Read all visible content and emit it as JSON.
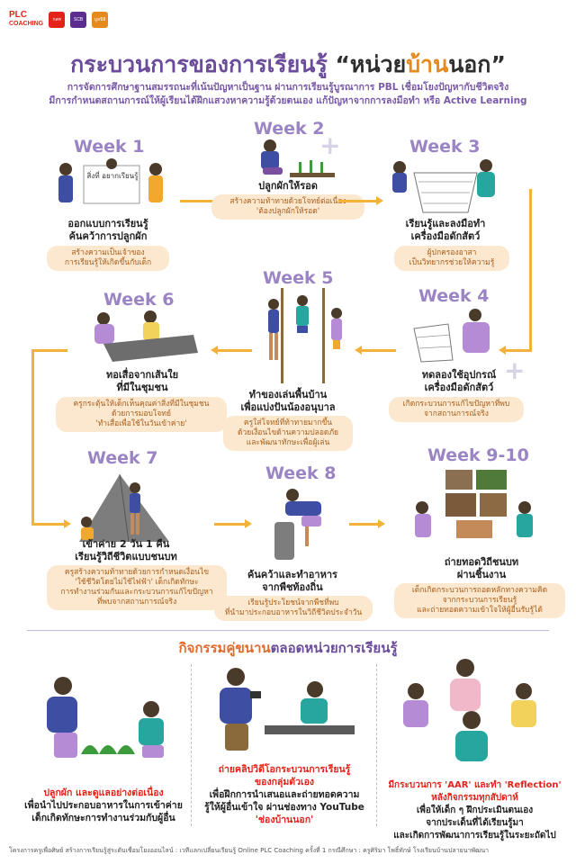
{
  "logos": {
    "plc_line1": "PLC",
    "plc_line2": "COACHING",
    "badge1": "กสศ",
    "badge2": "SCB",
    "badge3": "มูลนิธิ"
  },
  "header": {
    "title_main": "กระบวนการของการเรียนรู้",
    "title_unit_part1": "หน่วย",
    "title_unit_part2": "บ้าน",
    "title_unit_part3": "นอก",
    "subtitle_line1": "การจัดการศึกษาฐานสมรรถนะที่เน้นปัญหาเป็นฐาน ผ่านการเรียนรู้บูรณาการ PBL เชื่อมโยงปัญหากับชีวิตจริง",
    "subtitle_line2": "มีการกำหนดสถานการณ์ให้ผู้เรียนได้ฝึกแสวงหาความรู้ด้วยตนเอง แก้ปัญหาจากการลงมือทำ หรือ Active Learning"
  },
  "weeks": [
    {
      "label": "Week 1",
      "sign": "สิ่งที่ อยากเรียนรู้",
      "activity_line1": "ออกแบบการเรียนรู้",
      "activity_line2": "ค้นคว้าการปลูกผัก",
      "note_line1": "สร้างความเป็นเจ้าของ",
      "note_line2": "การเรียนรู้ให้เกิดขึ้นกับเด็ก"
    },
    {
      "label": "Week 2",
      "activity_line1": "ปลูกผักให้รอด",
      "activity_line2": "",
      "note_line1": "สร้างความท้าทายด้วยโจทย์ต่อเนื่อง",
      "note_line2": "'ต้องปลูกผักให้รอด'"
    },
    {
      "label": "Week 3",
      "activity_line1": "เรียนรู้และลงมือทำ",
      "activity_line2": "เครื่องมือดักสัตว์",
      "note_line1": "ผู้ปกครองอาสา",
      "note_line2": "เป็นวิทยากรช่วยให้ความรู้"
    },
    {
      "label": "Week 4",
      "activity_line1": "ทดลองใช้อุปกรณ์",
      "activity_line2": "เครื่องมือดักสัตว์",
      "note_line1": "เกิดกระบวนการแก้ไขปัญหาที่พบ",
      "note_line2": "จากสถานการณ์จริง"
    },
    {
      "label": "Week 5",
      "activity_line1": "ทำของเล่นพื้นบ้าน",
      "activity_line2": "เพื่อแบ่งปันน้องอนุบาล",
      "note_line1": "ครูใส่โจทย์ที่ท้าทายมากขึ้น",
      "note_line2": "ด้วยเงื่อนไขด้านความปลอดภัย",
      "note_line3": "และพัฒนาทักษะเพื่อผู้เล่น"
    },
    {
      "label": "Week 6",
      "activity_line1": "ทอเสื่อจากเส้นใย",
      "activity_line2": "ที่มีในชุมชน",
      "note_line1": "ครูกระตุ้นให้เด็กเห็นคุณค่าสิ่งที่มีในชุมชน",
      "note_line2": "ด้วยการมอบโจทย์",
      "note_line3": "'ทำเสื่อเพื่อใช้ในวันเข้าค่าย'"
    },
    {
      "label": "Week 7",
      "activity_line1": "เข้าค่าย 2 วัน 1 คืน",
      "activity_line2": "เรียนรู้วิถีชีวิตแบบชนบท",
      "note_line1": "ครูสร้างความท้าทายด้วยการกำหนดเงื่อนไข",
      "note_line2": "'ใช้ชีวิตโดยไม่ใช้ไฟฟ้า' เด็กเกิดทักษะ",
      "note_line3": "การทำงานร่วมกันและกระบวนการแก้ไขปัญหา",
      "note_line4": "ที่พบจากสถานการณ์จริง"
    },
    {
      "label": "Week 8",
      "activity_line1": "ค้นคว้าและทำอาหาร",
      "activity_line2": "จากพืชท้องถิ่น",
      "note_line1": "เรียนรู้ประโยชน์จากพืชที่พบ",
      "note_line2": "ที่นำมาประกอบอาหารในวิถีชีวิตประจำวัน"
    },
    {
      "label": "Week 9-10",
      "activity_line1": "ถ่ายทอดวิถีชนบท",
      "activity_line2": "ผ่านชิ้นงาน",
      "note_line1": "เด็กเกิดกระบวนการถอดหลักทางความคิด",
      "note_line2": "จากกระบวนการเรียนรู้",
      "note_line3": "และถ่ายทอดความเข้าใจให้ผู้อื่นรับรู้ได้"
    }
  ],
  "parallel": {
    "title_part1": "กิจกรรมคู่ขนาน",
    "title_part2": "ตลอดหน่วยการเรียนรู้",
    "items": [
      {
        "red_line1": "ปลูกผัก และดูแลอย่างต่อเนื่อง",
        "red_line2": "",
        "black_line1": "เพื่อนำไปประกอบอาหารในการเข้าค่าย",
        "black_line2": "เด็กเกิดทักษะการทำงานร่วมกับผู้อื่น",
        "black_line3": ""
      },
      {
        "red_line1": "ถ่ายคลิปวิดีโอกระบวนการเรียนรู้",
        "red_line2": "ของกลุ่มตัวเอง",
        "black_line1": "เพื่อฝึกการนำเสนอและถ่ายทอดความ",
        "black_line2": "รู้ให้ผู้อื่นเข้าใจ ผ่านช่องทาง YouTube",
        "black_line3": "'ช่องบ้านนอก'"
      },
      {
        "red_line1": "มีกระบวนการ 'AAR' และทำ 'Reflection'",
        "red_line2": "หลังกิจกรรมทุกสัปดาห์",
        "black_line1": "เพื่อให้เด็ก ๆ ฝึกประเมินตนเอง",
        "black_line2": "จากประเด็นที่ได้เรียนรู้มา",
        "black_line3": "และเกิดการพัฒนาการเรียนรู้ในระยะถัดไป"
      }
    ]
  },
  "footer": {
    "text": "โครงการครูเพื่อศิษย์ สร้างการเรียนรู้สู่ระดับเชื่อมโยงออนไลน์ : เวทีแลกเปลี่ยนเรียนรู้ Online PLC Coaching ครั้งที่ 1   กรณีศึกษา : ครูศิริมา โพธิ์ทักษ์ โรงเรียนบ้านปลายนาพัฒนา"
  },
  "colors": {
    "purple": "#6b4c9a",
    "orange": "#e58a1f",
    "arrow": "#f2b338",
    "note_bg": "#fbe8cf",
    "red": "#e2231a"
  }
}
